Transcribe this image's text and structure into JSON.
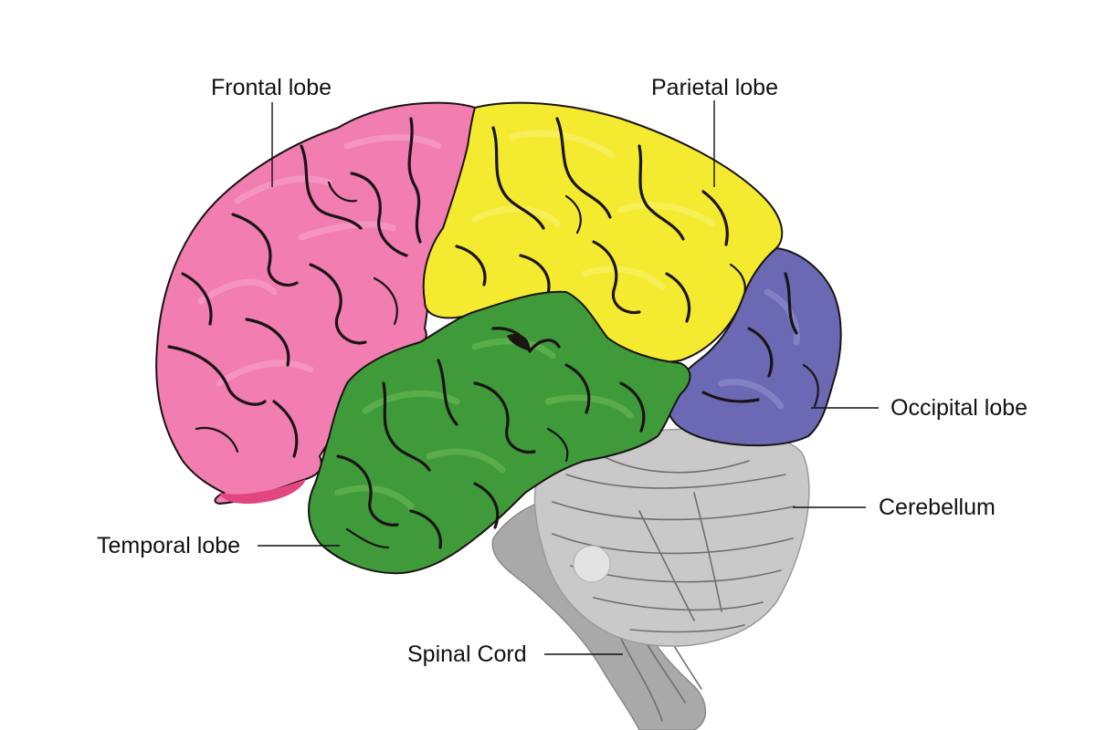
{
  "labels": {
    "frontal": "Frontal lobe",
    "parietal": "Parietal lobe",
    "occipital": "Occipital lobe",
    "cerebellum": "Cerebellum",
    "temporal": "Temporal lobe",
    "spinal": "Spinal Cord"
  },
  "colors": {
    "frontal": "#f17db1",
    "frontal_light": "#f7a8cc",
    "parietal": "#f4ea2f",
    "parietal_light": "#f9f27a",
    "temporal": "#3f9a3a",
    "temporal_light": "#73bd55",
    "occipital": "#6b69b3",
    "occipital_light": "#9896d0",
    "cerebellum": "#c9c9c9",
    "brainstem": "#a9a9a9"
  }
}
